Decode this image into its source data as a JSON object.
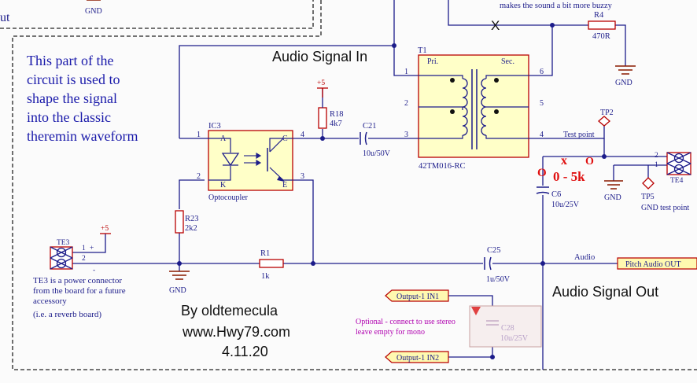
{
  "colors": {
    "wire": "#1c1c8a",
    "text": "#1c1c8a",
    "component": "#b80000",
    "transformer_fill": "#ffffc8",
    "power": "#b80000",
    "ground": "#8a1a00",
    "red_note": "#e01010",
    "note_blue": "#1a1aaa",
    "optional_purple": "#b000b0",
    "port_fill": "#fff9b0"
  },
  "header": {
    "top_gnd": "GND",
    "top_left_fragment": "ut",
    "buzzy_note": "makes the sound a bit more buzzy",
    "x_mark": "X"
  },
  "notes": {
    "wave_shape_note": [
      "This part of the",
      "circuit is used to",
      "shape the signal",
      "into the classic",
      "theremin waveform"
    ],
    "audio_in": "Audio Signal In",
    "audio_out": "Audio Signal Out",
    "credit": [
      "By oldtemecula",
      "www.Hwy79.com",
      "4.11.20"
    ],
    "red_range": "0 - 5k",
    "red_o": "O",
    "red_x": "x",
    "te3_note": [
      "TE3 is a power connector",
      "from the board for a future",
      "accessory",
      "(i.e. a reverb board)"
    ],
    "optional_note": [
      "Optional - connect to use stereo",
      "leave empty for mono"
    ]
  },
  "components": {
    "r4": {
      "ref": "R4",
      "value": "470R"
    },
    "r18": {
      "ref": "R18",
      "value": "4k7"
    },
    "r23": {
      "ref": "R23",
      "value": "2k2"
    },
    "r1": {
      "ref": "R1",
      "value": "1k"
    },
    "c21": {
      "ref": "C21",
      "value": "10u/50V"
    },
    "c6": {
      "ref": "C6",
      "value": "10u/25V"
    },
    "c25": {
      "ref": "C25",
      "value": "1u/50V"
    },
    "c28": {
      "ref": "C28",
      "value": "10u/25V"
    },
    "ic3": {
      "ref": "IC3",
      "name": "Optocoupler",
      "pin_a": "A",
      "pin_k": "K",
      "pin_c": "C",
      "pin_e": "E",
      "pin1": "1",
      "pin2": "2",
      "pin3": "3",
      "pin4": "4"
    },
    "t1": {
      "ref": "T1",
      "part": "42TM016-RC",
      "pri": "Pri.",
      "sec": "Sec.",
      "p1": "1",
      "p2": "2",
      "p3": "3",
      "p4": "4",
      "p5": "5",
      "p6": "6"
    },
    "tp2": {
      "ref": "TP2",
      "label": "Test point"
    },
    "tp5": {
      "ref": "TP5",
      "label": "GND test point"
    },
    "te4": {
      "ref": "TE4",
      "p1": "1",
      "p2": "2"
    },
    "te3": {
      "ref": "TE3",
      "p1": "1",
      "p2": "2",
      "plus": "+",
      "minus": "-"
    }
  },
  "power": {
    "plus5": "+5",
    "gnd": "GND"
  },
  "nets": {
    "audio": "Audio",
    "pitch_out": "Pitch Audio OUT",
    "out1_in1": "Output-1 IN1",
    "out1_in2": "Output-1 IN2"
  }
}
